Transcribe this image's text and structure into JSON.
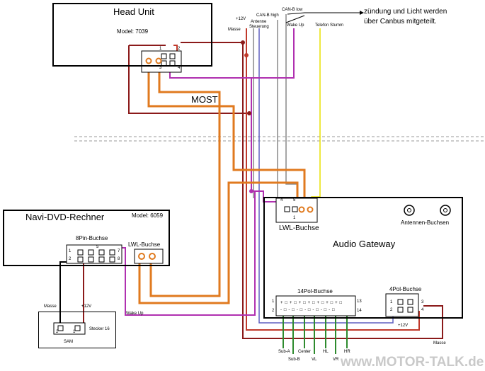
{
  "head_unit": {
    "title": "Head Unit",
    "model": "Model: 7039",
    "pins": [
      "1",
      "2",
      "3",
      "4"
    ]
  },
  "navi": {
    "title": "Navi-DVD-Rechner",
    "model": "Model: 6059",
    "pin_connector": "8Pin-Buchse",
    "lwl": "LWL-Buchse",
    "pins": [
      "1",
      "2",
      "5",
      "7",
      "8"
    ]
  },
  "sam": {
    "title": "SAM",
    "connector": "Stecker 16",
    "pins": [
      "2",
      "1"
    ],
    "ground": "Masse",
    "plus12": "+12V"
  },
  "gateway": {
    "title": "Audio Gateway",
    "antenna": "Antennen-Buchsen",
    "lwl": "LWL-Buchse",
    "lwl_pins": [
      "4",
      "5",
      "1"
    ],
    "pol14": "14Pol-Buchse",
    "pol14_pins": [
      "1",
      "13",
      "2",
      "14"
    ],
    "pol4": "4Pol-Buchse",
    "pol4_pins": [
      "1",
      "3",
      "2",
      "4"
    ],
    "pol14_marks": "+ □ + □ + □ + □ + □ + □ + □",
    "pol14_marks2": "- □ - □ - □ - □ - □ - □ - □"
  },
  "signals": {
    "plus12": "+12V",
    "masse": "Masse",
    "antenne": "Antenne Steuerung",
    "antenne1": "Antenne",
    "antenne2": "Steuerung",
    "canb_high": "CAN-B high",
    "canb_low": "CAN-B low",
    "wake_up": "Wake Up",
    "telefon": "Telefon Stumm",
    "most": "MOST",
    "wake_up_bottom": "Wake Up",
    "plus12_bottom": "+12V",
    "masse_bottom": "Masse"
  },
  "note": {
    "line1": "zündung und Licht werden",
    "line2": "über Canbus mitgeteilt."
  },
  "outputs": [
    "Sub-A",
    "Sub-B",
    "Center",
    "VL",
    "HL",
    "VR",
    "HR"
  ],
  "watermark": "www.MOTOR-TALK.de",
  "colors": {
    "ground": "#8b1a1a",
    "plus12": "#c0392b",
    "most": "#e07a1f",
    "wake_up": "#b030b0",
    "canb": "#888888",
    "telefon": "#e8e000",
    "audio": "#2e8b2e",
    "antenna": "#6060c0"
  }
}
